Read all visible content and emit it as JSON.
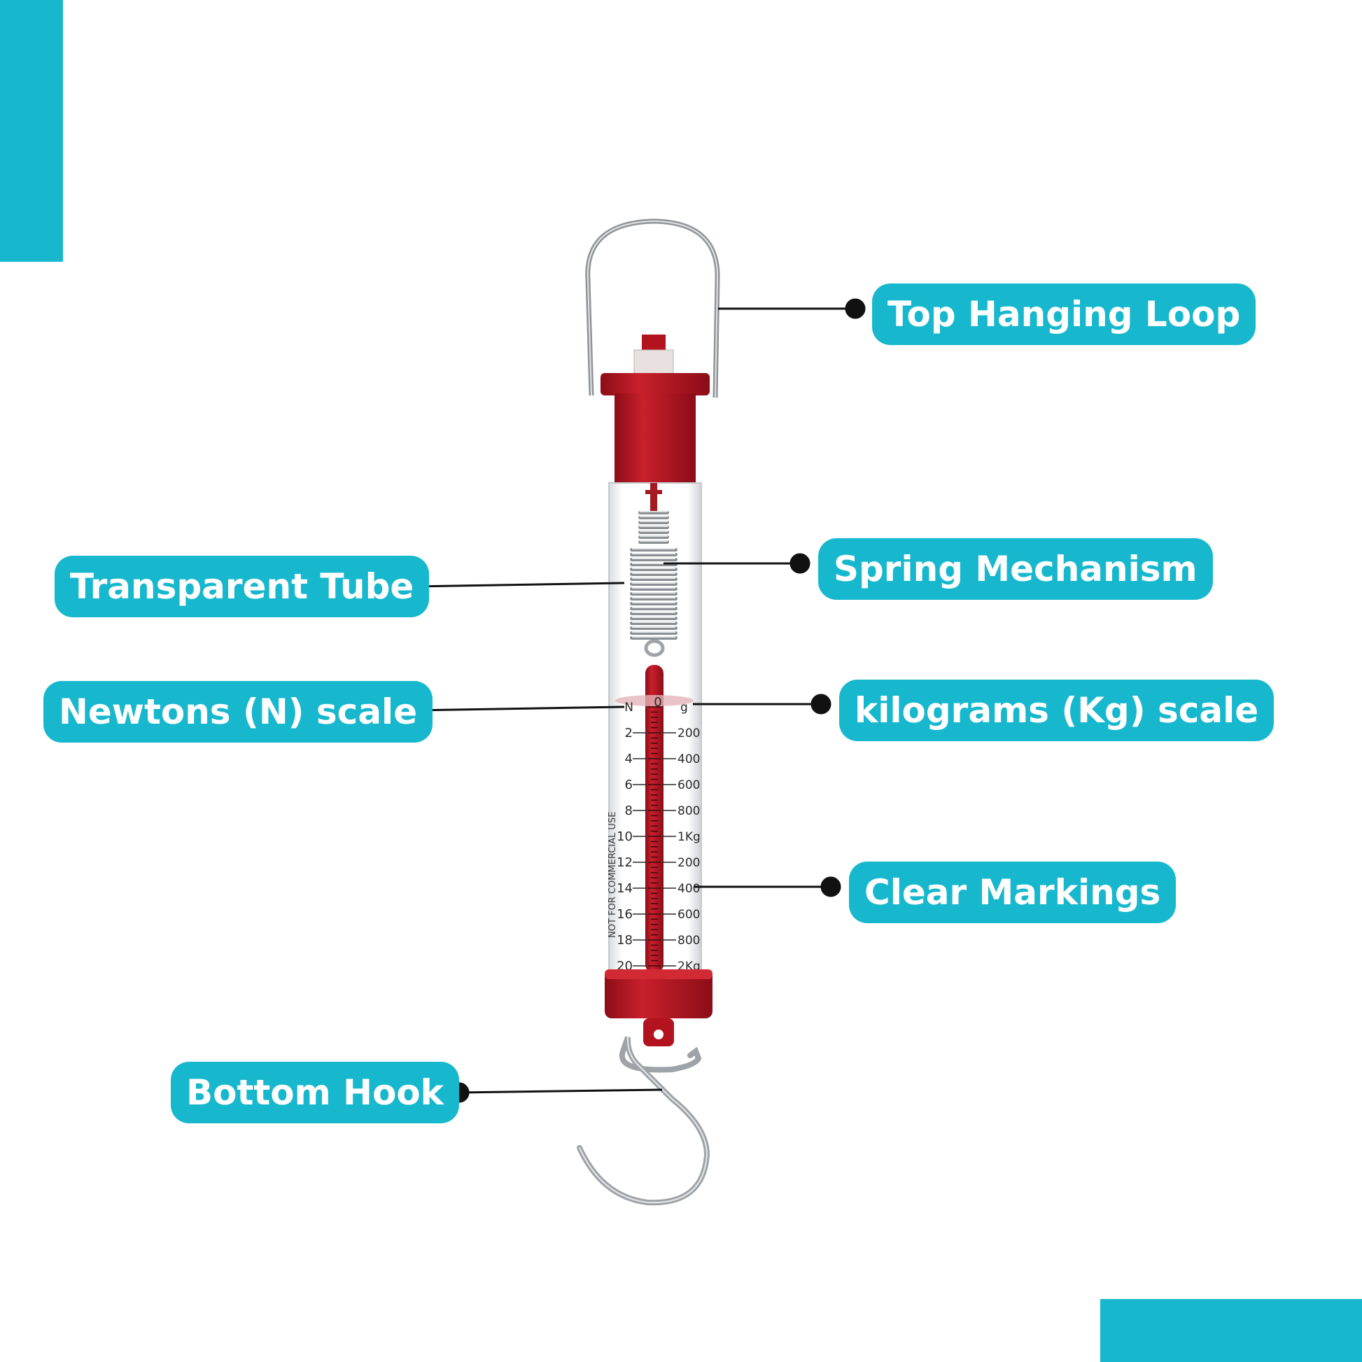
{
  "labels": {
    "top_hanging_loop": "Top Hanging Loop",
    "spring_mechanism": "Spring Mechanism",
    "transparent_tube": "Transparent Tube",
    "newtons_scale": "Newtons (N) scale",
    "kilograms_scale": "kilograms (Kg) scale",
    "clear_markings": "Clear Markings",
    "bottom_hook": "Bottom Hook"
  },
  "scale": {
    "n_unit": "N",
    "zero": "0",
    "g_unit": "g",
    "newtons": [
      "2",
      "4",
      "6",
      "8",
      "10",
      "12",
      "14",
      "16",
      "18",
      "20"
    ],
    "grams": [
      "200",
      "400",
      "600",
      "800",
      "1Kg",
      "200",
      "400",
      "600",
      "800",
      "2Kg"
    ],
    "vertical_note": "NOT FOR COMMERCIAL USE"
  },
  "colors": {
    "accent": "#17b8cd",
    "body_red": "#b3121f",
    "metal": "#9ea3a8"
  }
}
